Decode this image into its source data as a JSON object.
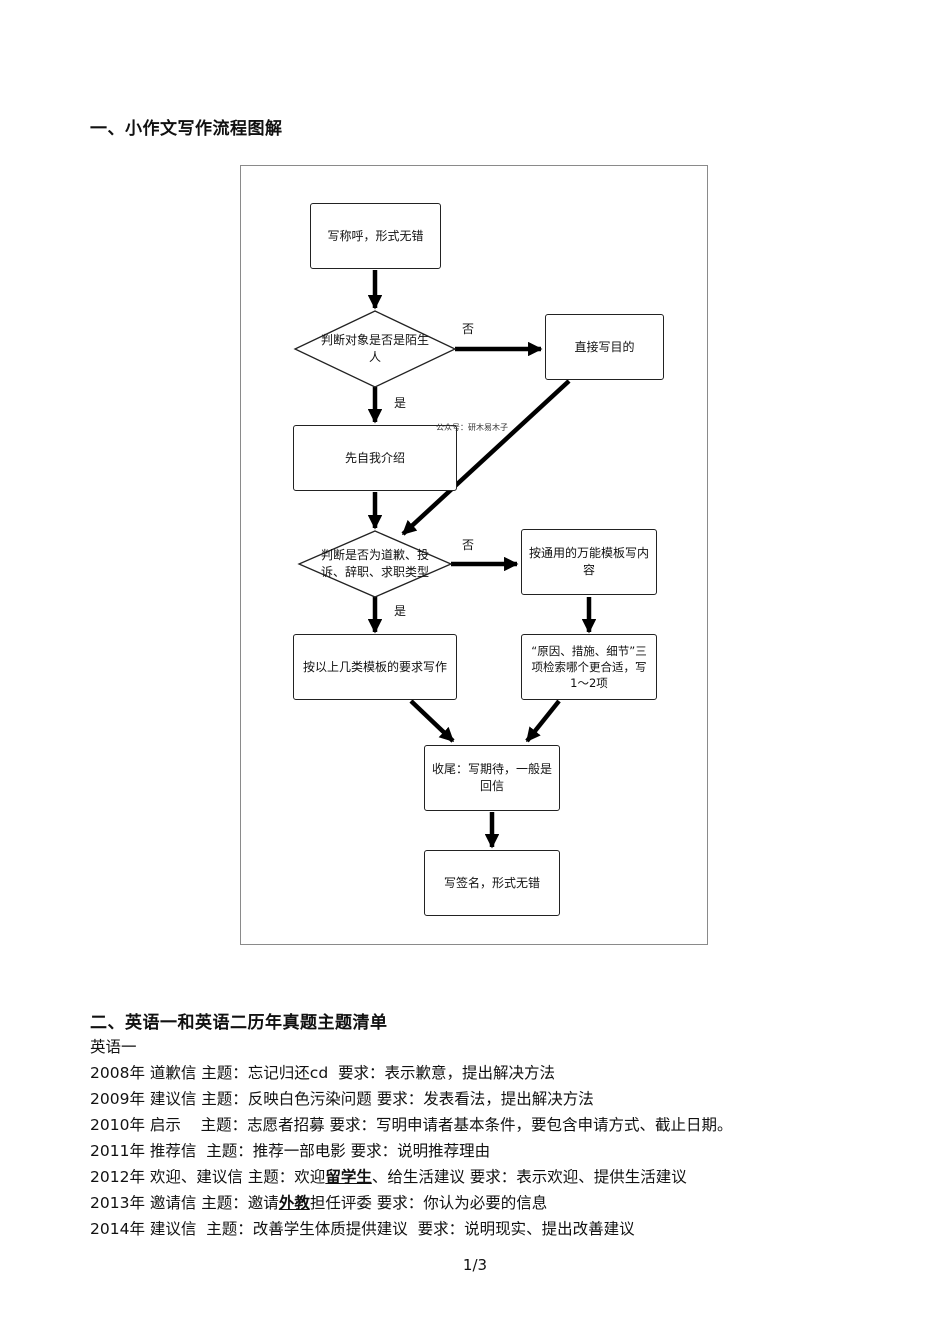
{
  "section1": {
    "title": "一、小作文写作流程图解"
  },
  "flowchart": {
    "nodes": {
      "n1": "写称呼，形式无错",
      "d1": "判断对象是否是陌生人",
      "n_direct": "直接写目的",
      "n2": "先自我介绍",
      "d2": "判断是否为道歉、投诉、辞职、求职类型",
      "n_universal": "按通用的万能模板写内容",
      "n3": "按以上几类模板的要求写作",
      "n_three": "“原因、措施、细节”三项检索哪个更合适，写1～2项",
      "n4": "收尾：写期待，一般是回信",
      "n5": "写签名，形式无错"
    },
    "labels": {
      "no1": "否",
      "yes1": "是",
      "no2": "否",
      "yes2": "是"
    },
    "watermark": "公众号：研木易木子"
  },
  "section2": {
    "title": "二、英语一和英语二历年真题主题清单",
    "subtitle": "英语一",
    "rows": [
      {
        "pre": "2008年 道歉信 主题：忘记归还cd  要求：表示歉意，提出解决方法",
        "em": "",
        "post": ""
      },
      {
        "pre": "2009年 建议信 主题：反映白色污染问题 要求：发表看法，提出解决方法",
        "em": "",
        "post": ""
      },
      {
        "pre": "2010年 启示    主题：志愿者招募 要求：写明申请者基本条件，要包含申请方式、截止日期。",
        "em": "",
        "post": ""
      },
      {
        "pre": "2011年 推荐信  主题：推荐一部电影 要求：说明推荐理由",
        "em": "",
        "post": ""
      },
      {
        "pre": "2012年 欢迎、建议信 主题：欢迎",
        "em": "留学生",
        "post": "、给生活建议 要求：表示欢迎、提供生活建议"
      },
      {
        "pre": "2013年 邀请信 主题：邀请",
        "em": "外教",
        "post": "担任评委 要求：你认为必要的信息"
      },
      {
        "pre": "2014年 建议信  主题：改善学生体质提供建议  要求：说明现实、提出改善建议",
        "em": "",
        "post": ""
      }
    ]
  },
  "footer": {
    "page": "1/3"
  }
}
